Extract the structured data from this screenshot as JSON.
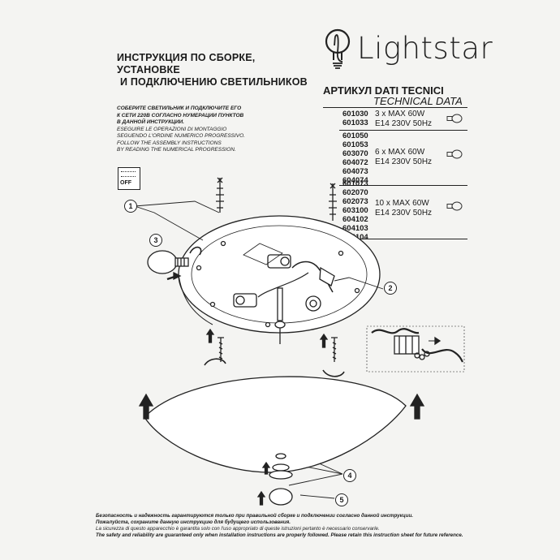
{
  "logo": {
    "brand": "Lightstar"
  },
  "title": {
    "line1": "ИНСТРУКЦИЯ ПО СБОРКЕ, УСТАНОВКЕ",
    "line2": "И  ПОДКЛЮЧЕНИЮ  СВЕТИЛЬНИКОВ"
  },
  "articles": {
    "header": "АРТИКУЛ  DATI TECNICI",
    "subheader": "TECHNICAL DATA",
    "groups": [
      {
        "codes": [
          "601030",
          "601033"
        ],
        "spec1": "3 x MAX 60W",
        "spec2": "E14 230V 50Hz"
      },
      {
        "codes": [
          "601050",
          "601053",
          "603070",
          "604072",
          "604073",
          "604074"
        ],
        "spec1": "6 x MAX 60W",
        "spec2": "E14 230V 50Hz"
      },
      {
        "codes": [
          "601073",
          "602070",
          "602073",
          "603100",
          "604102",
          "604103",
          "604104"
        ],
        "spec1": "10 x MAX 60W",
        "spec2": "E14 230V 50Hz"
      }
    ]
  },
  "instructions": {
    "ru1": "СОБЕРИТЕ СВЕТИЛЬНИК И ПОДКЛЮЧИТЕ ЕГО",
    "ru2": "К СЕТИ 220В СОГЛАСНО НУМЕРАЦИИ ПУНКТОВ",
    "ru3": "В ДАННОЙ ИНСТРУКЦИИ.",
    "it1": "ESEGUIRE LE OPERAZIONI DI MONTAGGIO",
    "it2": "SEGUENDO L'ORDINE NUMERICO PROGRESSIVO.",
    "en1": "FOLLOW THE ASSEMBLY INSTRUCTIONS",
    "en2": "BY READING THE NUMERICAL PROGRESSION."
  },
  "switch_label": "OFF",
  "callouts": [
    "1",
    "2",
    "3",
    "4",
    "5"
  ],
  "footer": {
    "ru1": "Безопасность и надежность гарантируются только при правильной сборке и подключении согласно данной инструкции.",
    "ru2": "Пожалуйста, сохраните данную инструкцию для будущего использования.",
    "it": "La sicurezza di questo apparecchio è garantita solo con l'uso appropriato di queste istruzioni pertanto è necessario conservarle.",
    "en": "The safety and reliability are guaranteed only when installation instructions are properly followed. Please retain this instruction sheet for future reference."
  }
}
